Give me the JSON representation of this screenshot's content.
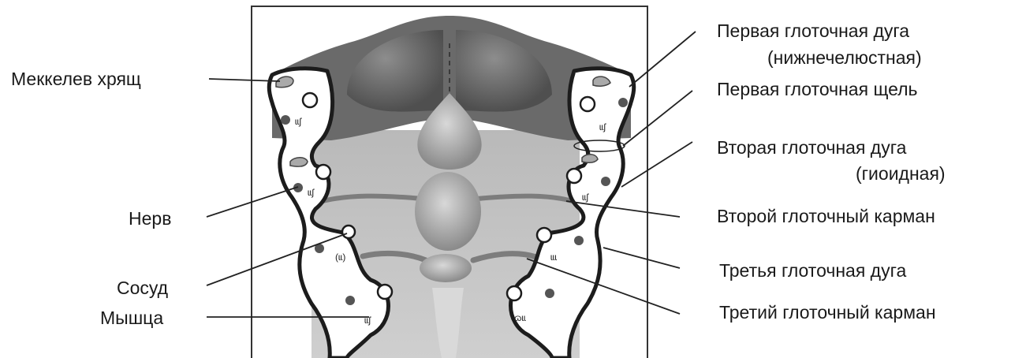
{
  "labels": {
    "meckel_cartilage": "Меккелев хрящ",
    "nerve": "Нерв",
    "vessel": "Сосуд",
    "muscle": "Мышца",
    "first_arch_line1": "Первая глоточная дуга",
    "first_arch_line2": "(нижнечелюстная)",
    "first_cleft": "Первая глоточная щель",
    "second_arch_line1": "Вторая  глоточная дуга",
    "second_arch_line2": "(гиоидная)",
    "second_pouch": "Второй  глоточный карман",
    "third_arch": "Третья  глоточная дуга",
    "third_pouch": "Третий  глоточный карман"
  },
  "colors": {
    "outline": "#1c1c1c",
    "tissue_dark": "#6e6e6e",
    "tissue_mid": "#9c9c9c",
    "tissue_light": "#c7c7c7",
    "nerve_fill": "#555555",
    "arch_fill": "#ffffff"
  }
}
